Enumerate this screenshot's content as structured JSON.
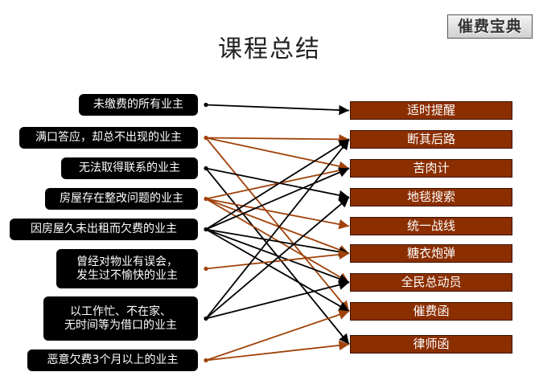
{
  "title": "课程总结",
  "logo_text": "催费宝典",
  "colors": {
    "black_link": "#000000",
    "brown_link": "#a0420a",
    "method_box": "#8b2e00"
  },
  "owner_types": [
    {
      "lines": [
        "未缴费的所有业主"
      ]
    },
    {
      "lines": [
        "满口答应，却总不出现的业主"
      ]
    },
    {
      "lines": [
        "无法取得联系的业主"
      ]
    },
    {
      "lines": [
        "房屋存在整改问题的业主"
      ]
    },
    {
      "lines": [
        "因房屋久未出租而欠费的业主"
      ]
    },
    {
      "lines": [
        "曾经对物业有误会，",
        "发生过不愉快的业主"
      ]
    },
    {
      "lines": [
        "以工作忙、不在家、",
        "无时间等为借口的业主"
      ]
    },
    {
      "lines": [
        "恶意欠费3个月以上的业主"
      ]
    }
  ],
  "methods": [
    "适时提醒",
    "断其后路",
    "苦肉计",
    "地毯搜索",
    "统一战线",
    "糖衣炮弹",
    "全民总动员",
    "催费函",
    "律师函"
  ],
  "links": [
    {
      "from": 0,
      "to": 0,
      "color": "black"
    },
    {
      "from": 1,
      "to": 1,
      "color": "brown"
    },
    {
      "from": 1,
      "to": 2,
      "color": "brown"
    },
    {
      "from": 1,
      "to": 7,
      "color": "brown"
    },
    {
      "from": 2,
      "to": 3,
      "color": "black"
    },
    {
      "from": 2,
      "to": 8,
      "color": "black"
    },
    {
      "from": 3,
      "to": 2,
      "color": "brown"
    },
    {
      "from": 3,
      "to": 4,
      "color": "brown"
    },
    {
      "from": 3,
      "to": 5,
      "color": "brown"
    },
    {
      "from": 3,
      "to": 6,
      "color": "brown"
    },
    {
      "from": 4,
      "to": 1,
      "color": "black"
    },
    {
      "from": 4,
      "to": 2,
      "color": "black"
    },
    {
      "from": 4,
      "to": 5,
      "color": "black"
    },
    {
      "from": 4,
      "to": 6,
      "color": "black"
    },
    {
      "from": 4,
      "to": 7,
      "color": "black"
    },
    {
      "from": 5,
      "to": 5,
      "color": "brown"
    },
    {
      "from": 6,
      "to": 1,
      "color": "black"
    },
    {
      "from": 6,
      "to": 3,
      "color": "black"
    },
    {
      "from": 6,
      "to": 6,
      "color": "black"
    },
    {
      "from": 7,
      "to": 7,
      "color": "brown"
    },
    {
      "from": 7,
      "to": 8,
      "color": "brown"
    }
  ]
}
